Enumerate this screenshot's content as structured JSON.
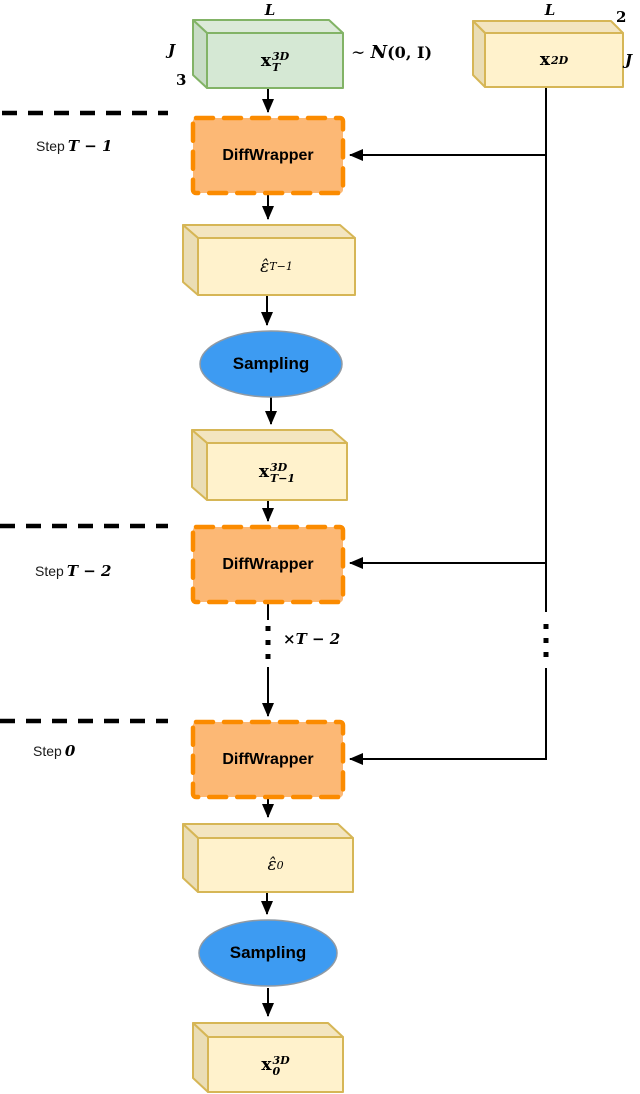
{
  "diagram": {
    "inputs": {
      "x3d_T": {
        "base": "x",
        "sup": "3D",
        "sub": "T"
      },
      "x3d_T_dims": {
        "top": "L",
        "left": "J",
        "bottom_left": "3"
      },
      "noise": {
        "tilde": "∼ ",
        "script_n": "N",
        "args": "(0, I)"
      },
      "x2d": {
        "base": "x",
        "sup": "2D"
      },
      "x2d_dims": {
        "top": "L",
        "top_right": "2",
        "right": "J"
      }
    },
    "diffwrapper_label": "DiffWrapper",
    "sampling_label": "Sampling",
    "eps_T1": {
      "base": "ε̂",
      "sub": "T−1"
    },
    "x3d_T1": {
      "base": "x",
      "sup": "3D",
      "sub": "T−1"
    },
    "eps_0": {
      "base": "ε̂",
      "sub": "0"
    },
    "x3d_0": {
      "base": "x",
      "sup": "3D",
      "sub": "0"
    },
    "steps": [
      {
        "prefix": "Step",
        "value": "T − 1"
      },
      {
        "prefix": "Step",
        "value": "T − 2"
      },
      {
        "prefix": "Step",
        "value": "0"
      }
    ],
    "loop_label": "×T − 2",
    "colors": {
      "green_fill": "#d5e8d4",
      "green_stroke": "#82b366",
      "yellow_fill": "#fff2cc",
      "yellow_stroke": "#d6b656",
      "orange_fill": "#fcb875",
      "orange_stroke": "#fb8b00",
      "blue_fill": "#3d9bf2",
      "blue_stroke": "#909aa4",
      "line": "#000000"
    }
  }
}
